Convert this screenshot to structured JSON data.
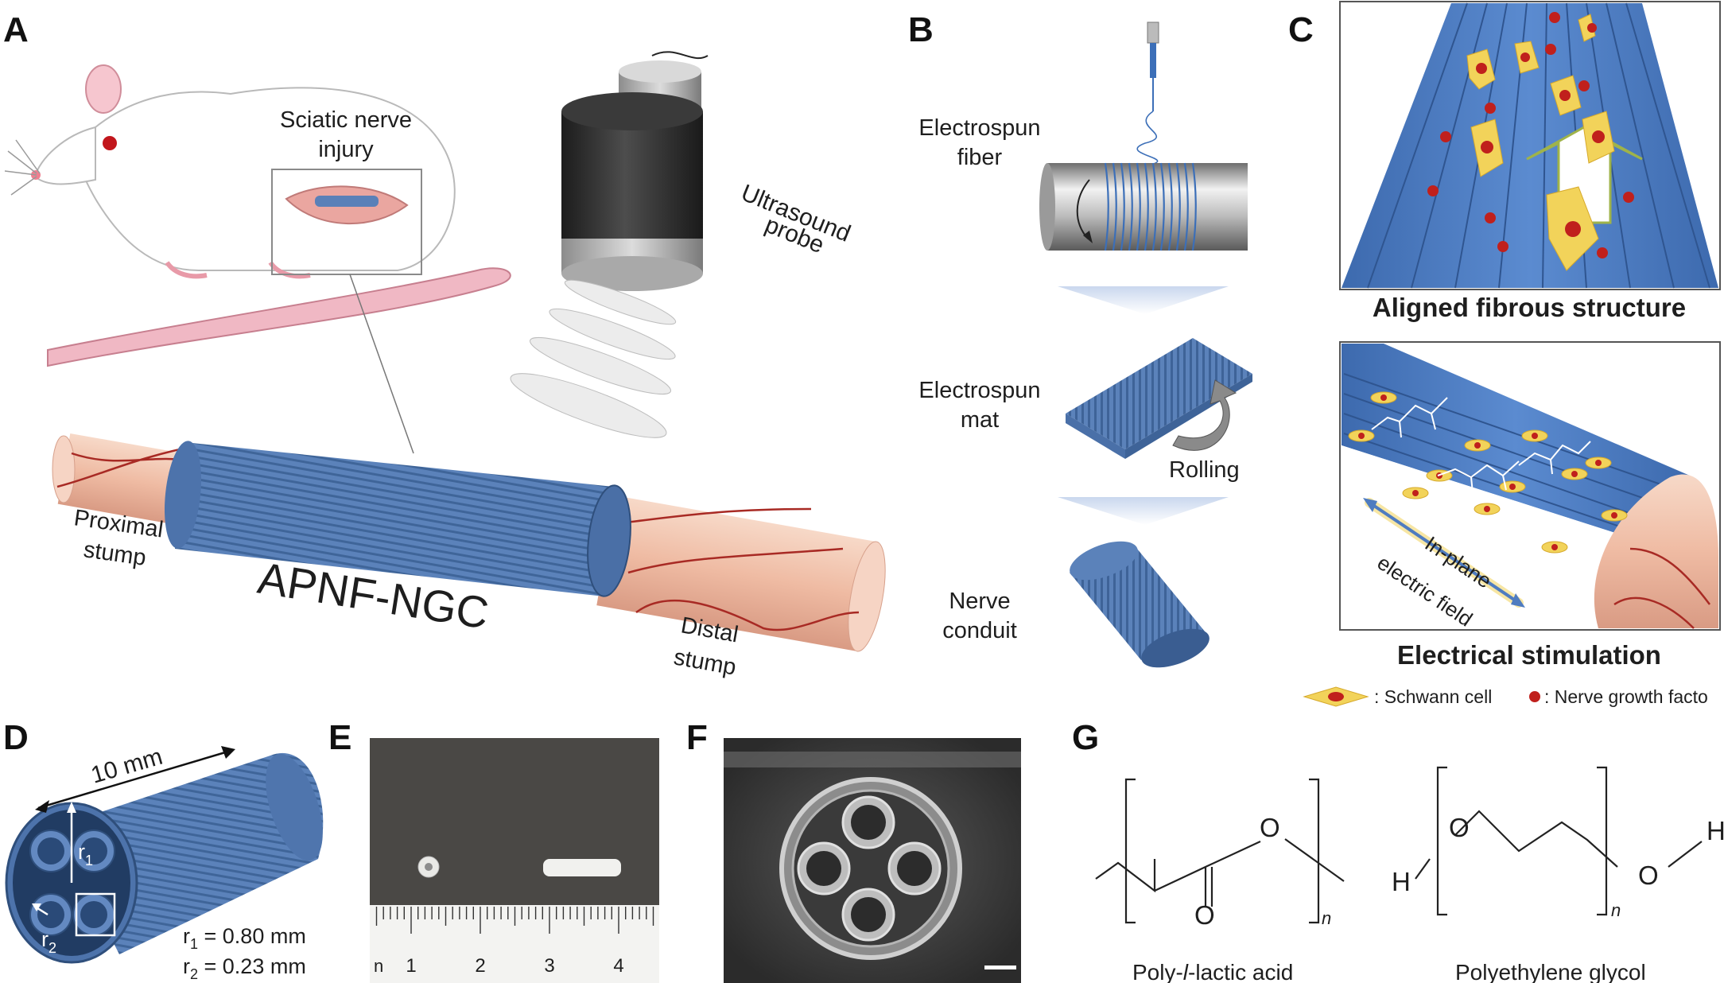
{
  "panels": {
    "A": {
      "label": "A",
      "injury_line1": "Sciatic nerve",
      "injury_line2": "injury",
      "probe_line1": "Ultrasound",
      "probe_line2": "probe",
      "proximal_line1": "Proximal",
      "proximal_line2": "stump",
      "distal_line1": "Distal",
      "distal_line2": "stump",
      "device": "APNF-NGC"
    },
    "B": {
      "label": "B",
      "fiber_line1": "Electrospun",
      "fiber_line2": "fiber",
      "mat_line1": "Electrospun",
      "mat_line2": "mat",
      "rolling": "Rolling",
      "conduit_line1": "Nerve",
      "conduit_line2": "conduit"
    },
    "C": {
      "label": "C",
      "top_caption": "Aligned fibrous structure",
      "field_line1": "In-plane",
      "field_line2": "electric field",
      "bottom_caption": "Electrical stimulation",
      "legend_schwann": ": Schwann cell",
      "legend_ngf": ": Nerve growth facto"
    },
    "D": {
      "label": "D",
      "length": "10 mm",
      "r1_label": "r",
      "r1_sub": "1",
      "r2_label": "r",
      "r2_sub": "2",
      "r1_prefix": "r",
      "r1_index": "1",
      "r1_value": " = 0.80 mm",
      "r2_prefix": "r",
      "r2_index": "2",
      "r2_value": " = 0.23 mm"
    },
    "E": {
      "label": "E",
      "ruler_unit": "n",
      "ruler_numbers": [
        "1",
        "2",
        "3",
        "4"
      ]
    },
    "F": {
      "label": "F"
    },
    "G": {
      "label": "G",
      "pla_name_a": "Poly-",
      "pla_name_b": "l",
      "pla_name_c": "-lactic acid",
      "peg_name": "Polyethylene glycol",
      "atom_O": "O",
      "atom_H": "H",
      "subscript_n": "n"
    }
  },
  "colors": {
    "conduit_blue": "#5a80b8",
    "nerve_pink": "#f1c7b3",
    "vessel_red": "#a82a24",
    "schwann_yellow": "#f2d35a",
    "ngf_red": "#c0201c",
    "scaffold_blue": "#4f7cc0"
  }
}
